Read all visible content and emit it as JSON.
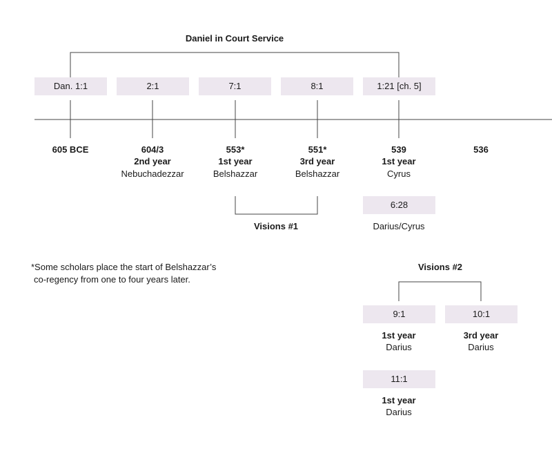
{
  "title": "Daniel in Court Service",
  "refs": [
    "Dan. 1:1",
    "2:1",
    "7:1",
    "8:1",
    "1:21 [ch. 5]"
  ],
  "dates": [
    {
      "year": "605 BCE",
      "reign": "",
      "king": ""
    },
    {
      "year": "604/3",
      "reign": "2nd year",
      "king": "Nebuchadezzar"
    },
    {
      "year": "553*",
      "reign": "1st year",
      "king": "Belshazzar"
    },
    {
      "year": "551*",
      "reign": "3rd year",
      "king": "Belshazzar"
    },
    {
      "year": "539",
      "reign": "1st year",
      "king": "Cyrus"
    },
    {
      "year": "536",
      "reign": "",
      "king": ""
    }
  ],
  "visions1": {
    "label": "Visions #1"
  },
  "ref_628": {
    "ref": "6:28",
    "king": "Darius/Cyrus"
  },
  "visions2": {
    "label": "Visions #2",
    "entries": [
      {
        "ref": "9:1",
        "reign": "1st year",
        "king": "Darius"
      },
      {
        "ref": "10:1",
        "reign": "3rd year",
        "king": "Darius"
      },
      {
        "ref": "11:1",
        "reign": "1st year",
        "king": "Darius"
      }
    ]
  },
  "footnote": {
    "line1": "*Some scholars place the start of Belshazzar’s",
    "line2": "co-regency from one to four years later."
  }
}
